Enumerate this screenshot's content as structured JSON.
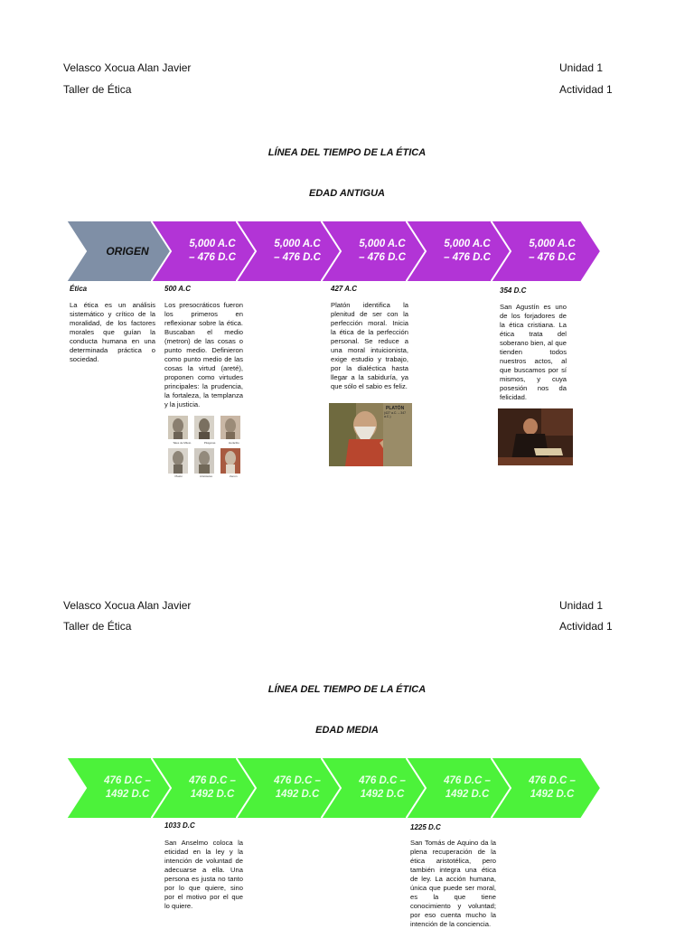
{
  "page1": {
    "author": "Velasco Xocua Alan Javier",
    "course": "Taller de Ética",
    "unit": "Unidad 1",
    "activity": "Actividad 1",
    "title": "LÍNEA DEL TIEMPO DE LA ÉTICA",
    "era": "EDAD ANTIGUA",
    "chevrons": [
      {
        "label": "ORIGEN",
        "color": "#7f8fa6"
      },
      {
        "label": "5,000  A.C\n– 476 D.C",
        "color": "#b234d6"
      },
      {
        "label": "5,000  A.C\n– 476 D.C",
        "color": "#b234d6"
      },
      {
        "label": "5,000  A.C\n– 476 D.C",
        "color": "#b234d6"
      },
      {
        "label": "5,000  A.C\n– 476 D.C",
        "color": "#b234d6"
      },
      {
        "label": "5,000  A.C\n– 476 D.C",
        "color": "#b234d6"
      }
    ],
    "entries": [
      {
        "date": "Ética",
        "text": "La ética es un análisis sistemático y crítico de la moralidad, de los factores morales que guían la conducta humana en una determinada práctica o sociedad."
      },
      {
        "date": "500 A.C",
        "text": "Los presocráticos fueron los primeros en reflexionar sobre la ética. Buscaban el medio (metron) de las cosas o punto medio. Definieron como punto medio de las cosas la virtud (areté), proponen como virtudes principales: la prudencia, la fortaleza, la templanza y la justicia."
      },
      {
        "date": "427 A.C",
        "text": "Platón identifica la plenitud de ser con la perfección moral. Inicia la ética de la perfección personal. Se reduce a una moral intuicionista, exige estudio y trabajo, por la dialéctica hasta llegar a la sabiduría, ya que sólo el sabio es feliz."
      },
      {
        "date": "354 D.C",
        "text": "San Agustín es uno de los forjadores de la ética cristiana. La ética trata del soberano bien, al que tienden todos nuestros actos, al que buscamos por sí mismos, y cuya posesión nos da felicidad."
      }
    ],
    "image_captions": {
      "philosophers": [
        "Tales de Mileto",
        "Pitágoras",
        "Heráclito",
        "Platón",
        "Aristóteles",
        "Zenón"
      ],
      "plato": "PLATÓN",
      "plato_years": "(427 a.C. – 347 a.C.)"
    }
  },
  "page2": {
    "author": "Velasco Xocua Alan Javier",
    "course": "Taller de Ética",
    "unit": "Unidad 1",
    "activity": "Actividad 1",
    "title": "LÍNEA DEL TIEMPO DE LA ÉTICA",
    "era": "EDAD MEDIA",
    "chevrons": [
      {
        "label": "476 D.C –\n1492 D.C",
        "color": "#4cf23a"
      },
      {
        "label": "476 D.C –\n1492 D.C",
        "color": "#4cf23a"
      },
      {
        "label": "476 D.C –\n1492 D.C",
        "color": "#4cf23a"
      },
      {
        "label": "476 D.C –\n1492 D.C",
        "color": "#4cf23a"
      },
      {
        "label": "476 D.C –\n1492 D.C",
        "color": "#4cf23a"
      },
      {
        "label": "476 D.C –\n1492 D.C",
        "color": "#4cf23a"
      }
    ],
    "entries": [
      {
        "date": "1033 D.C",
        "text": "San Anselmo coloca la eticidad en la ley y la intención de voluntad de adecuarse a ella. Una persona es justa no tanto por lo que quiere, sino por el motivo por el que lo quiere."
      },
      {
        "date": "1225 D.C",
        "text": "San Tomás de Aquino da la plena recuperación de la ética aristotélica, pero también integra una ética de ley. La acción humana, única que puede ser moral, es la que tiene conocimiento y voluntad; por eso cuenta mucho la intención de la conciencia."
      }
    ]
  }
}
